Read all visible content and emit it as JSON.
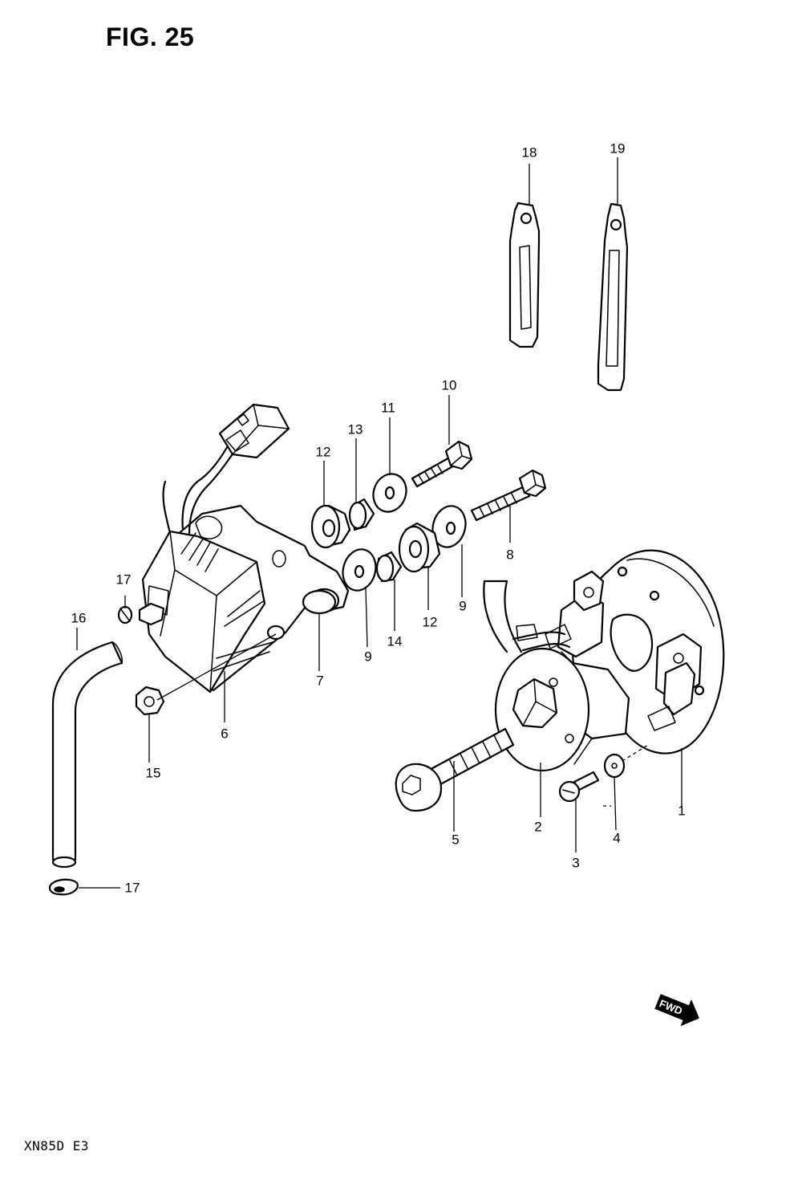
{
  "figure_title": "FIG. 25",
  "model_code": "XN85D  E3",
  "forward_mark": "FWD",
  "callouts": [
    {
      "id": "c18",
      "label": "18",
      "part": "battery-ground-strap-a"
    },
    {
      "id": "c19",
      "label": "19",
      "part": "battery-ground-strap-b"
    },
    {
      "id": "c10",
      "label": "10",
      "part": "bolt-upper"
    },
    {
      "id": "c11",
      "label": "11",
      "part": "washer-upper"
    },
    {
      "id": "c13",
      "label": "13",
      "part": "spacer-upper"
    },
    {
      "id": "c12a",
      "label": "12",
      "part": "grommet-upper"
    },
    {
      "id": "c8",
      "label": "8",
      "part": "bolt-lower"
    },
    {
      "id": "c9a",
      "label": "9",
      "part": "washer-lower-right"
    },
    {
      "id": "c12b",
      "label": "12",
      "part": "grommet-lower"
    },
    {
      "id": "c14",
      "label": "14",
      "part": "spacer-lower"
    },
    {
      "id": "c9b",
      "label": "9",
      "part": "washer-lower-left"
    },
    {
      "id": "c7",
      "label": "7",
      "part": "bracket-washer"
    },
    {
      "id": "c17a",
      "label": "17",
      "part": "hose-clamp-upper"
    },
    {
      "id": "c16",
      "label": "16",
      "part": "vent-hose"
    },
    {
      "id": "c6",
      "label": "6",
      "part": "ignition-coil-unit"
    },
    {
      "id": "c15",
      "label": "15",
      "part": "nut"
    },
    {
      "id": "c1",
      "label": "1",
      "part": "pickup-stator-plate"
    },
    {
      "id": "c2",
      "label": "2",
      "part": "rotor"
    },
    {
      "id": "c3",
      "label": "3",
      "part": "screw"
    },
    {
      "id": "c4",
      "label": "4",
      "part": "small-washer"
    },
    {
      "id": "c5",
      "label": "5",
      "part": "rotor-bolt"
    },
    {
      "id": "c17b",
      "label": "17",
      "part": "hose-clamp-lower"
    }
  ]
}
